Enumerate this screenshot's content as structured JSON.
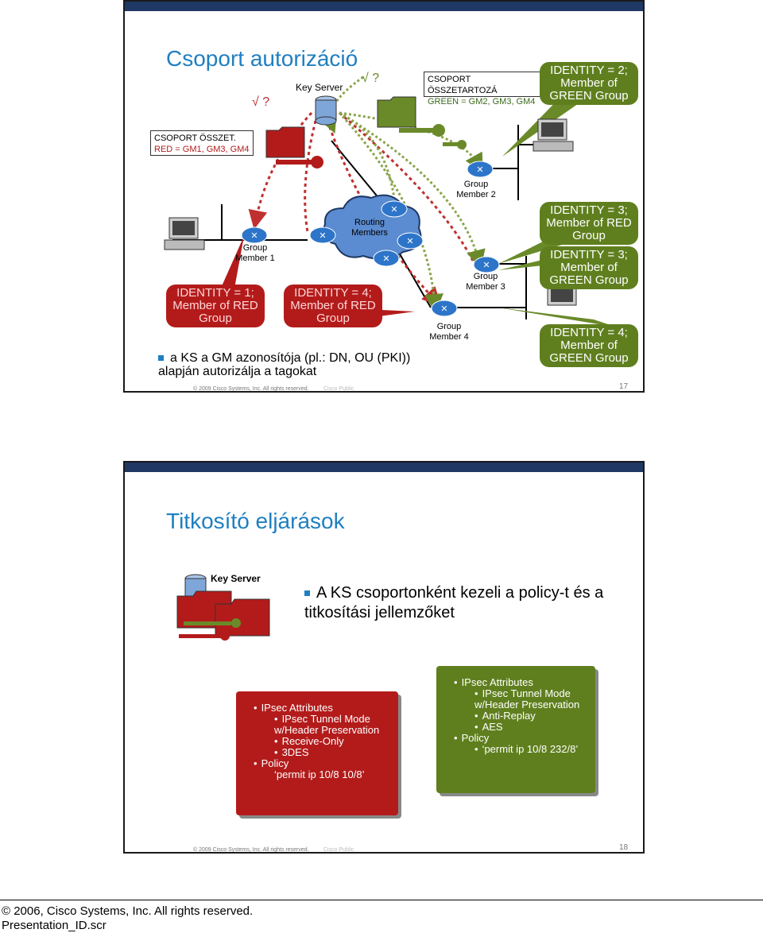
{
  "slide1": {
    "title": "Csoport autorizáció",
    "key_server_label": "Key Server",
    "check_mark_1": "√ ?",
    "check_mark_2": "√ ?",
    "group_membership_box": {
      "line1": "CSOPORT ÖSSZETARTOZÁ",
      "line2": "GREEN = GM2, GM3, GM4"
    },
    "red_group_box": {
      "line1": "CSOPORT ÖSSZET.",
      "line2": "RED = GM1, GM3, GM4"
    },
    "routing_members": "Routing Members",
    "gm1": "Group Member 1",
    "gm2": "Group Member 2",
    "gm3": "Group Member 3",
    "gm4": "Group Member 4",
    "callouts": {
      "id2": "IDENTITY = 2; Member of GREEN Group",
      "id1": "IDENTITY = 1; Member of RED Group",
      "id4red": "IDENTITY = 4; Member of RED Group",
      "id3red": "IDENTITY = 3; Member of RED Group",
      "id3green": "IDENTITY = 3; Member of GREEN Group",
      "id4green": "IDENTITY = 4; Member of GREEN Group"
    },
    "bullet": "a KS a GM azonosítója (pl.: DN, OU (PKI)) alapján autorizálja a tagokat",
    "footer": "© 2009 Cisco Systems, Inc. All rights reserved.",
    "footer_tag": "Cisco Public",
    "page": "17"
  },
  "slide2": {
    "title": "Titkosító eljárások",
    "key_server_label": "Key Server",
    "bullet": "A KS csoportonként kezeli a policy-t és a titkosítási jellemzőket",
    "red_card": {
      "l1a": "IPsec Attributes",
      "l2a": "IPsec Tunnel Mode w/Header Preservation",
      "l2b": "Receive-Only",
      "l2c": "3DES",
      "l1b": "Policy",
      "l2d": "‘permit ip 10/8 10/8’"
    },
    "green_card": {
      "l1a": "IPsec Attributes",
      "l2a": "IPsec Tunnel Mode w/Header Preservation",
      "l2b": "Anti-Replay",
      "l2c": "AES",
      "l1b": "Policy",
      "l2d": "‘permit ip 10/8 232/8’"
    },
    "footer": "© 2009 Cisco Systems, Inc. All rights reserved.",
    "footer_tag": "Cisco Public",
    "page": "18"
  },
  "page_footer": {
    "copyright": "© 2006, Cisco Systems, Inc. All rights reserved.",
    "presentation": "Presentation_ID.scr"
  },
  "colors": {
    "title_blue": "#1f7fc0",
    "red": "#b31b1b",
    "green": "#5f7f1e",
    "topbar": "#1f3864"
  }
}
